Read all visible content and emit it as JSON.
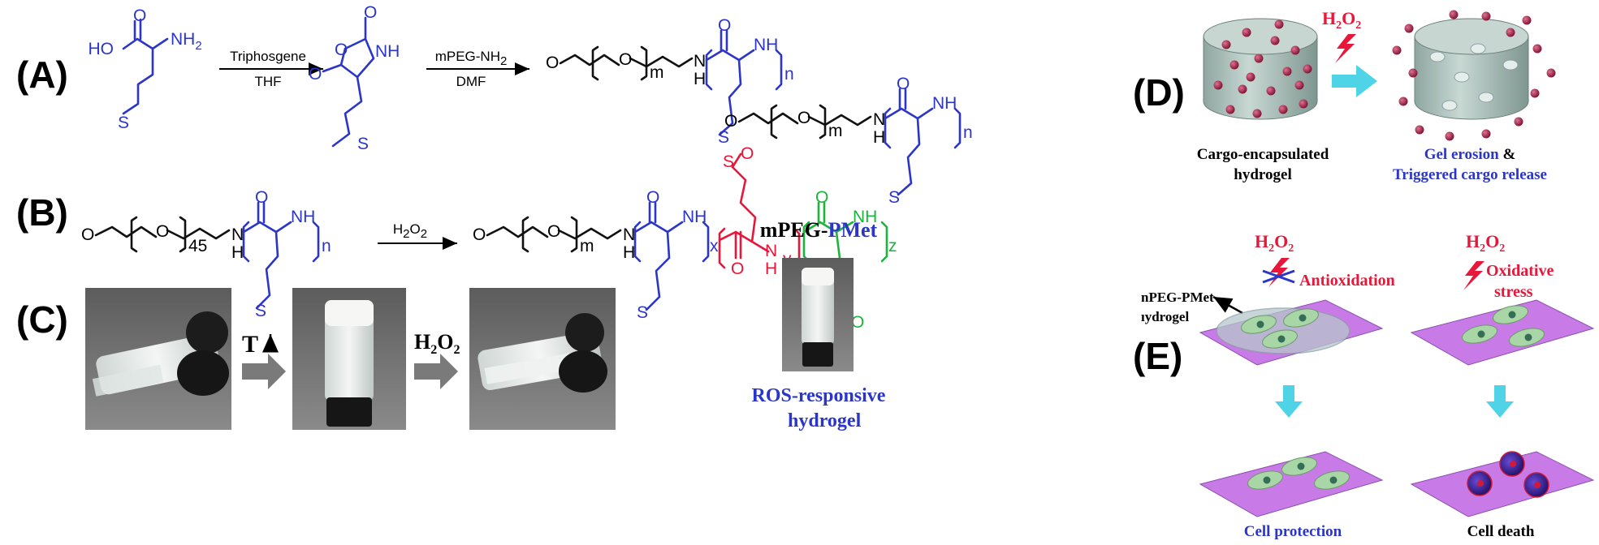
{
  "panels": {
    "A": "(A)",
    "B": "(B)",
    "C": "(C)",
    "D": "(D)",
    "E": "(E)"
  },
  "atoms": {
    "HO": "HO",
    "NH2": "NH",
    "NH2_sub": "2",
    "O": "O",
    "NH": "NH",
    "N": "N",
    "H": "H",
    "S": "S"
  },
  "indices": {
    "m": "m",
    "n": "n",
    "x": "x",
    "y": "y",
    "z": "z",
    "deg45": "45"
  },
  "reagents": {
    "a1_top": "Triphosgene",
    "a1_bottom": "THF",
    "a2_top": "mPEG-NH",
    "a2_top_sub": "2",
    "a2_bottom": "DMF",
    "b_top": "H",
    "b_top_sub1": "2",
    "b_top_mid": "O",
    "b_top_sub2": "2"
  },
  "panel_c": {
    "t_label": "T",
    "h2o2_h": "H",
    "h2o2_o": "O",
    "h2o2_sub": "2"
  },
  "center": {
    "polymer_mpeg": "mPEG-",
    "polymer_pmet": "PMet",
    "caption_line1": "ROS-responsive",
    "caption_line2": "hydrogel"
  },
  "panel_d": {
    "h2o2_h": "H",
    "h2o2_o": "O",
    "h2o2_sub": "2",
    "left_line1": "Cargo-encapsulated",
    "left_line2": "hydrogel",
    "right_line1a": "Gel erosion",
    "right_line1b": " &",
    "right_line2": "Triggered cargo release"
  },
  "panel_e": {
    "h2o2_h": "H",
    "h2o2_o": "O",
    "h2o2_sub": "2",
    "antioxidation": "Antioxidation",
    "oxidative1": "Oxidative",
    "oxidative2": "stress",
    "gel_label1": "nPEG-PMet",
    "gel_label2": "ıydrogel",
    "left_caption": "Cell protection",
    "right_caption": "Cell death"
  },
  "colors": {
    "blue": "#2b36c8",
    "red": "#e8173a",
    "green": "#1db43d",
    "cyan": "#4fd3e6",
    "purple": "#c87be6",
    "gel": "#b9cec9"
  }
}
